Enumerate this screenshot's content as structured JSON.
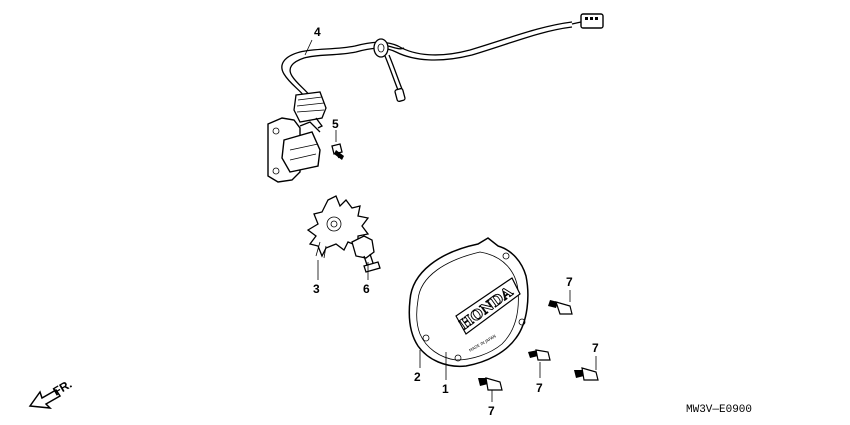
{
  "callouts": {
    "c1": "1",
    "c2": "2",
    "c3": "3",
    "c4": "4",
    "c5": "5",
    "c6": "6",
    "c7a": "7",
    "c7b": "7",
    "c7c": "7",
    "c7d": "7"
  },
  "direction_label": "FR.",
  "diagram_code": "MW3V—E0900",
  "cover_logo": "HONDA",
  "cover_small_text": "MADE IN JAPAN"
}
